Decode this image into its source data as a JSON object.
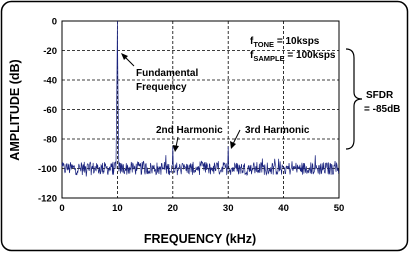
{
  "chart_data": {
    "type": "line",
    "title": "",
    "xlabel": "FREQUENCY (kHz)",
    "ylabel": "AMPLITUDE (dB)",
    "xlim": [
      0,
      50
    ],
    "ylim": [
      -120,
      0
    ],
    "xticks": [
      "0",
      "10",
      "20",
      "30",
      "40",
      "50"
    ],
    "yticks": [
      "0",
      "-20",
      "-40",
      "-60",
      "-80",
      "-100",
      "-120"
    ],
    "grid": true,
    "line_color": "#1a237e",
    "series": [
      {
        "noise_floor_db": -100,
        "peaks": [
          {
            "x": 10,
            "y": 0
          },
          {
            "x": 20,
            "y": -85
          },
          {
            "x": 30,
            "y": -85
          }
        ]
      }
    ],
    "annotations": {
      "tone_prefix": "f",
      "tone_sub": "TONE",
      "tone_value": " = 10ksps",
      "sample_prefix": "f",
      "sample_sub": "SAMPLE",
      "sample_value": " = 100ksps",
      "fundamental_line1": "Fundamental",
      "fundamental_line2": "Frequency",
      "harmonic2": "2nd Harmonic",
      "harmonic3": "3rd Harmonic",
      "sfdr_label": "SFDR",
      "sfdr_value": "= -85dB"
    }
  }
}
